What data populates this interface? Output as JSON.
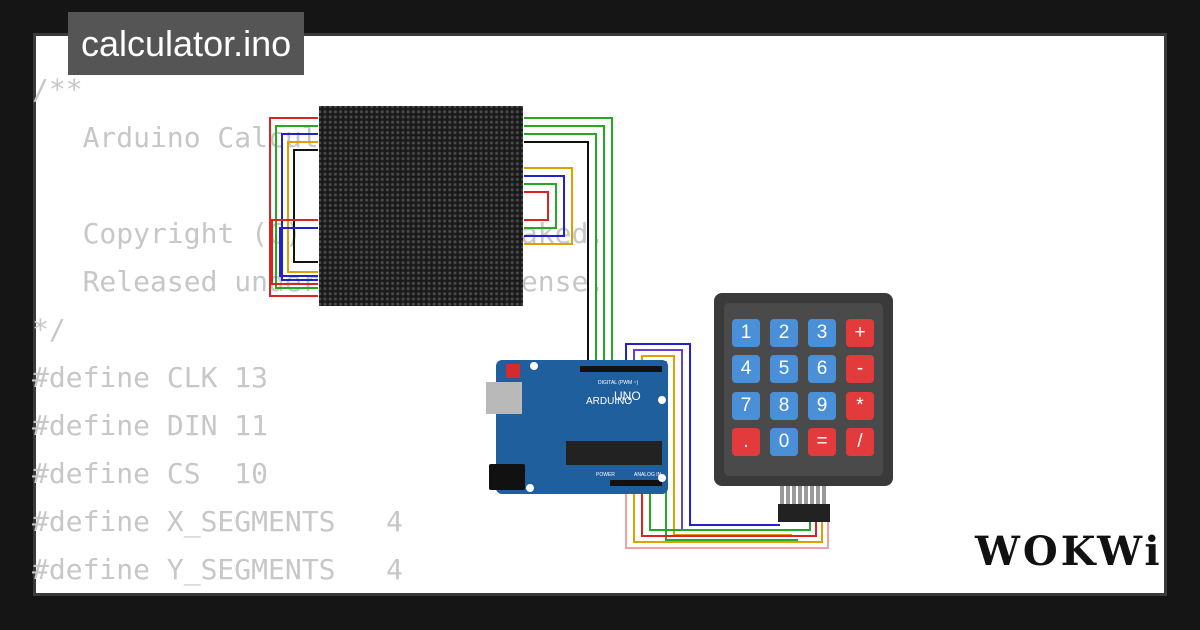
{
  "file_tab": {
    "title": "calculator.ino"
  },
  "code_lines": [
    "/**",
    "   Arduino Calculator",
    "",
    "   Copyright (C) 2020, Uri Shaked.",
    "   Released under the MIT License.",
    "*/",
    "#define CLK 13",
    "#define DIN 11",
    "#define CS  10",
    "#define X_SEGMENTS   4",
    "#define Y_SEGMENTS   4"
  ],
  "arduino": {
    "brand": "ARDUINO",
    "model": "UNO",
    "digital_label": "DIGITAL (PWM ~)",
    "analog_label": "ANALOG IN",
    "power_label": "POWER"
  },
  "keypad": {
    "rows": [
      [
        {
          "k": "1",
          "t": "num"
        },
        {
          "k": "2",
          "t": "num"
        },
        {
          "k": "3",
          "t": "num"
        },
        {
          "k": "+",
          "t": "op"
        }
      ],
      [
        {
          "k": "4",
          "t": "num"
        },
        {
          "k": "5",
          "t": "num"
        },
        {
          "k": "6",
          "t": "num"
        },
        {
          "k": "-",
          "t": "op"
        }
      ],
      [
        {
          "k": "7",
          "t": "num"
        },
        {
          "k": "8",
          "t": "num"
        },
        {
          "k": "9",
          "t": "num"
        },
        {
          "k": "*",
          "t": "op"
        }
      ],
      [
        {
          "k": ".",
          "t": "op"
        },
        {
          "k": "0",
          "t": "num"
        },
        {
          "k": "=",
          "t": "op"
        },
        {
          "k": "/",
          "t": "op"
        }
      ]
    ]
  },
  "logo": {
    "text": "WOKWi"
  },
  "colors": {
    "background": "#151515",
    "card": "#ffffff",
    "tab": "#555555",
    "code": "#c7c7c7",
    "board": "#1f5f9e",
    "matrix": "#1a1a1a",
    "key_number": "#4a90d9",
    "key_operator": "#e33b3b",
    "keypad_frame": "#3a3a3a"
  }
}
